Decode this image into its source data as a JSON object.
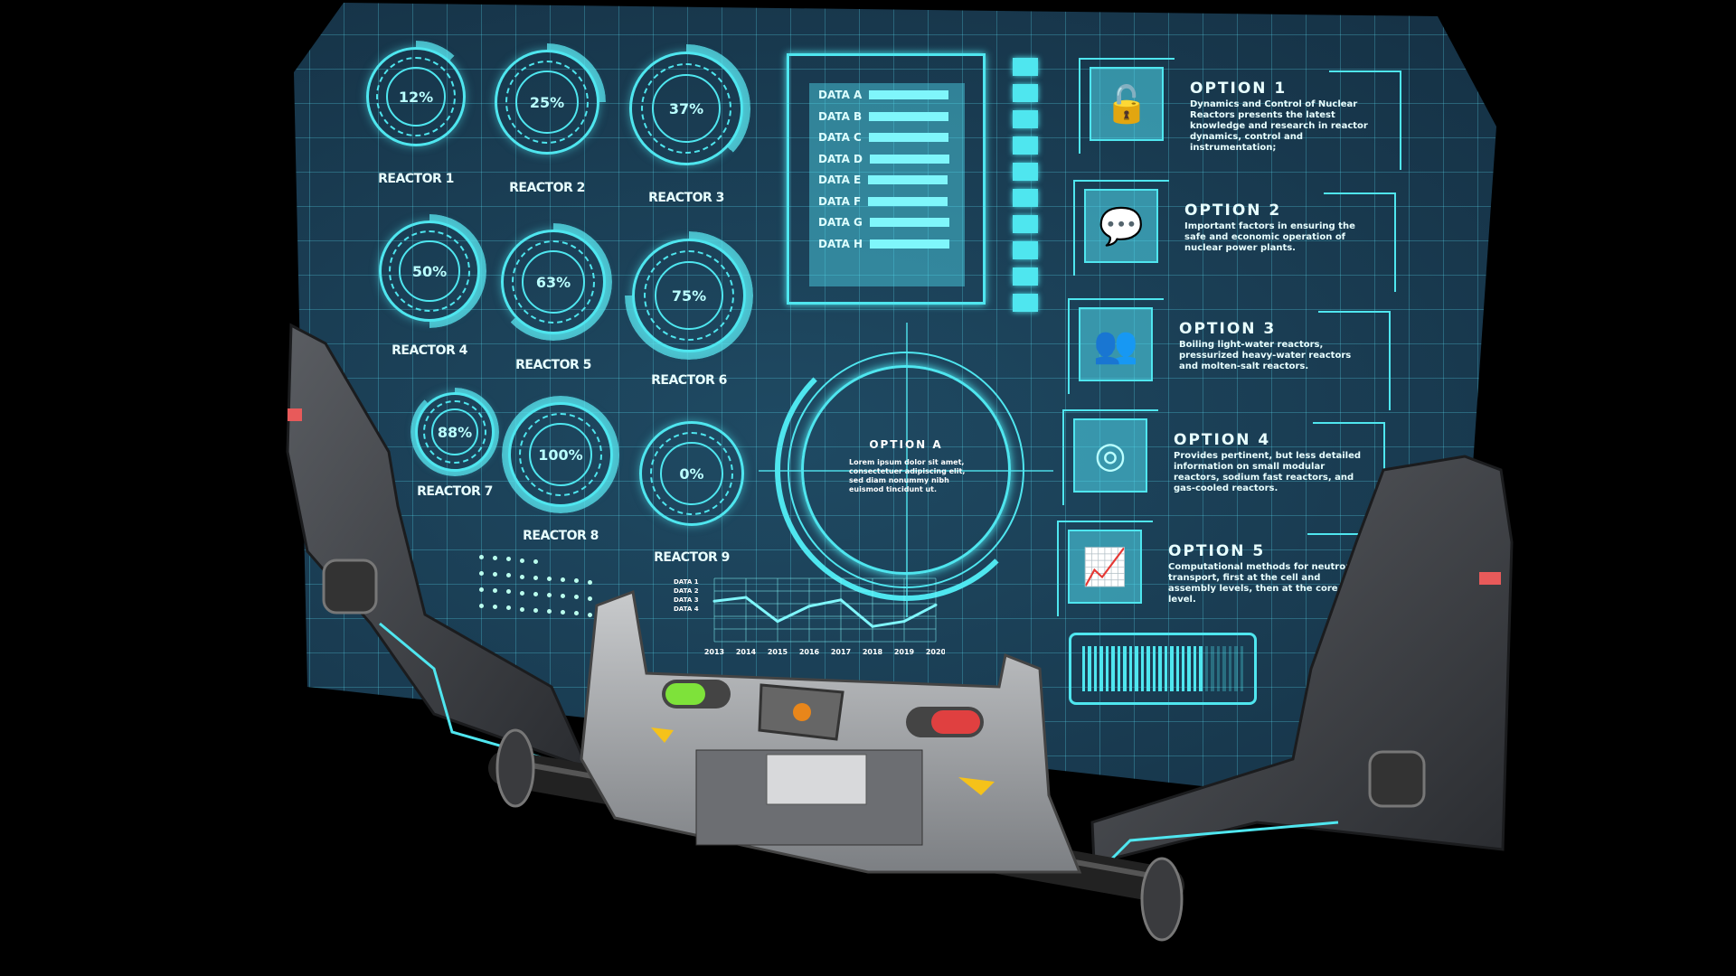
{
  "reactors": [
    {
      "label": "REACTOR 1",
      "percent": 12
    },
    {
      "label": "REACTOR 2",
      "percent": 25
    },
    {
      "label": "REACTOR 3",
      "percent": 37
    },
    {
      "label": "REACTOR 4",
      "percent": 50
    },
    {
      "label": "REACTOR 5",
      "percent": 63
    },
    {
      "label": "REACTOR 6",
      "percent": 75
    },
    {
      "label": "REACTOR 7",
      "percent": 88
    },
    {
      "label": "REACTOR 8",
      "percent": 100
    },
    {
      "label": "REACTOR 9",
      "percent": 0
    }
  ],
  "data_list": [
    "DATA A",
    "DATA B",
    "DATA C",
    "DATA D",
    "DATA E",
    "DATA F",
    "DATA G",
    "DATA H"
  ],
  "options": [
    {
      "title": "OPTION 1",
      "text": "Dynamics and Control of Nuclear Reactors presents the latest knowledge and research in reactor dynamics, control and instrumentation;",
      "icon": "lock-icon"
    },
    {
      "title": "OPTION 2",
      "text": "Important factors in ensuring the safe and economic operation of nuclear power plants.",
      "icon": "chat-bubbles-icon"
    },
    {
      "title": "OPTION 3",
      "text": "Boiling light-water reactors, pressurized heavy-water reactors and molten-salt reactors.",
      "icon": "users-icon"
    },
    {
      "title": "OPTION 4",
      "text": "Provides pertinent, but less detailed information on small modular reactors, sodium fast reactors, and gas-cooled reactors.",
      "icon": "target-icon"
    },
    {
      "title": "OPTION 5",
      "text": "Computational methods for neutron transport, first at the cell and assembly levels, then at the core level.",
      "icon": "chart-icon"
    }
  ],
  "option_a": {
    "title": "OPTION A",
    "text": "Lorem ipsum dolor sit amet, consectetuer adipiscing elit, sed diam nonummy nibh euismod tincidunt ut."
  },
  "progress": 0.75,
  "colors": {
    "accent": "#4fe6ef",
    "panel": "#163347",
    "toggle_on": "#7ee23a",
    "toggle_off": "#e04040"
  },
  "chart_data": {
    "type": "line",
    "x": [
      "2013",
      "2014",
      "2015",
      "2016",
      "2017",
      "2018",
      "2019",
      "2020"
    ],
    "y_labels": [
      "DATA 1",
      "DATA 2",
      "DATA 3",
      "DATA 4"
    ],
    "values": [
      3.2,
      3.5,
      1.6,
      2.8,
      3.3,
      1.2,
      1.6,
      2.9
    ],
    "ylim": [
      0,
      5
    ],
    "grid": true
  }
}
